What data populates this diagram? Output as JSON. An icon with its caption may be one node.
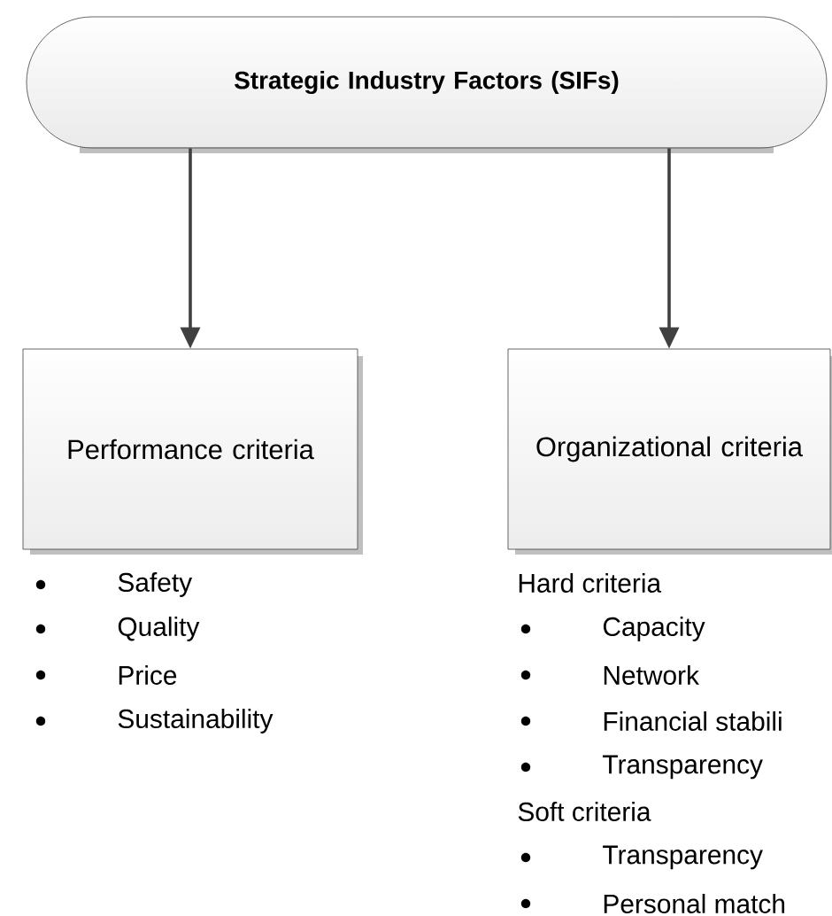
{
  "diagram": {
    "nodes": [
      {
        "text": [
          "**Strategic Industry Factors (SIFs)**"
        ]
      },
      {
        "text": [
          "Performance criteria"
        ]
      },
      {
        "text": [
          "Organizational criteria"
        ]
      }
    ],
    "edges": [
      {
        "from": 0,
        "to": 1,
        "arrow": "to"
      },
      {
        "from": 0,
        "to": 2,
        "arrow": "to"
      }
    ],
    "labels": [
      "Safety",
      "Quality",
      "Price",
      "Sustainability",
      "Hard criteria",
      "Capacity",
      "Network",
      "Financial stabili",
      "Transparency",
      "Soft criteria",
      "Transparency",
      "Personal match"
    ]
  }
}
